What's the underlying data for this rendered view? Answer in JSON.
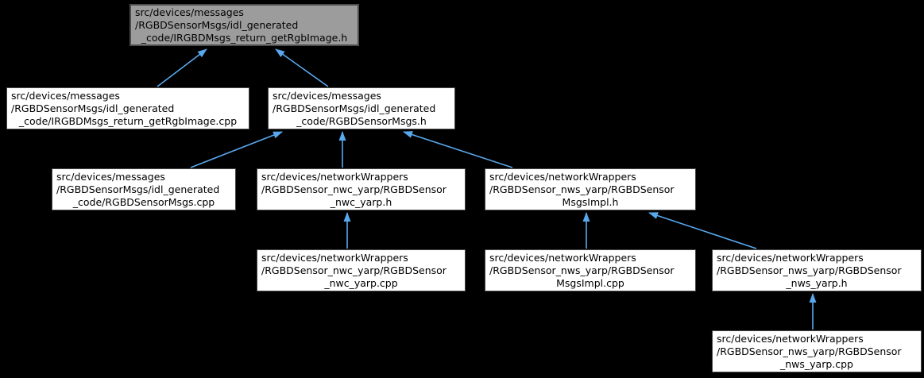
{
  "colors": {
    "background": "#000000",
    "node_fill": "#ffffff",
    "node_border": "#484848",
    "highlight_fill": "#9c9c9c",
    "highlight_border": "#4c4c4c",
    "text": "#000000",
    "arrow": "#58a8ee"
  },
  "diagram": {
    "type": "include-dependency-graph",
    "nodes": [
      {
        "id": "IRGBDMsgs_return_getRgbImage.h",
        "highlighted": true,
        "lines": [
          "src/devices/messages",
          "/RGBDSensorMsgs/idl_generated",
          "_code/IRGBDMsgs_return_getRgbImage.h"
        ]
      },
      {
        "id": "IRGBDMsgs_return_getRgbImage.cpp",
        "highlighted": false,
        "lines": [
          "src/devices/messages",
          "/RGBDSensorMsgs/idl_generated",
          "_code/IRGBDMsgs_return_getRgbImage.cpp"
        ]
      },
      {
        "id": "RGBDSensorMsgs.h",
        "highlighted": false,
        "lines": [
          "src/devices/messages",
          "/RGBDSensorMsgs/idl_generated",
          "_code/RGBDSensorMsgs.h"
        ]
      },
      {
        "id": "RGBDSensorMsgs.cpp",
        "highlighted": false,
        "lines": [
          "src/devices/messages",
          "/RGBDSensorMsgs/idl_generated",
          "_code/RGBDSensorMsgs.cpp"
        ]
      },
      {
        "id": "RGBDSensor_nwc_yarp.h",
        "highlighted": false,
        "lines": [
          "src/devices/networkWrappers",
          "/RGBDSensor_nwc_yarp/RGBDSensor",
          "_nwc_yarp.h"
        ]
      },
      {
        "id": "RGBDSensorMsgsImpl.h",
        "highlighted": false,
        "lines": [
          "src/devices/networkWrappers",
          "/RGBDSensor_nws_yarp/RGBDSensor",
          "MsgsImpl.h"
        ]
      },
      {
        "id": "RGBDSensor_nwc_yarp.cpp",
        "highlighted": false,
        "lines": [
          "src/devices/networkWrappers",
          "/RGBDSensor_nwc_yarp/RGBDSensor",
          "_nwc_yarp.cpp"
        ]
      },
      {
        "id": "RGBDSensorMsgsImpl.cpp",
        "highlighted": false,
        "lines": [
          "src/devices/networkWrappers",
          "/RGBDSensor_nws_yarp/RGBDSensor",
          "MsgsImpl.cpp"
        ]
      },
      {
        "id": "RGBDSensor_nws_yarp.h",
        "highlighted": false,
        "lines": [
          "src/devices/networkWrappers",
          "/RGBDSensor_nws_yarp/RGBDSensor",
          "_nws_yarp.h"
        ]
      },
      {
        "id": "RGBDSensor_nws_yarp.cpp",
        "highlighted": false,
        "lines": [
          "src/devices/networkWrappers",
          "/RGBDSensor_nws_yarp/RGBDSensor",
          "_nws_yarp.cpp"
        ]
      }
    ],
    "edges": [
      {
        "from": "IRGBDMsgs_return_getRgbImage.cpp",
        "to": "IRGBDMsgs_return_getRgbImage.h"
      },
      {
        "from": "RGBDSensorMsgs.h",
        "to": "IRGBDMsgs_return_getRgbImage.h"
      },
      {
        "from": "RGBDSensorMsgs.cpp",
        "to": "RGBDSensorMsgs.h"
      },
      {
        "from": "RGBDSensor_nwc_yarp.h",
        "to": "RGBDSensorMsgs.h"
      },
      {
        "from": "RGBDSensorMsgsImpl.h",
        "to": "RGBDSensorMsgs.h"
      },
      {
        "from": "RGBDSensor_nwc_yarp.cpp",
        "to": "RGBDSensor_nwc_yarp.h"
      },
      {
        "from": "RGBDSensorMsgsImpl.cpp",
        "to": "RGBDSensorMsgsImpl.h"
      },
      {
        "from": "RGBDSensor_nws_yarp.h",
        "to": "RGBDSensorMsgsImpl.h"
      },
      {
        "from": "RGBDSensor_nws_yarp.cpp",
        "to": "RGBDSensor_nws_yarp.h"
      }
    ]
  }
}
